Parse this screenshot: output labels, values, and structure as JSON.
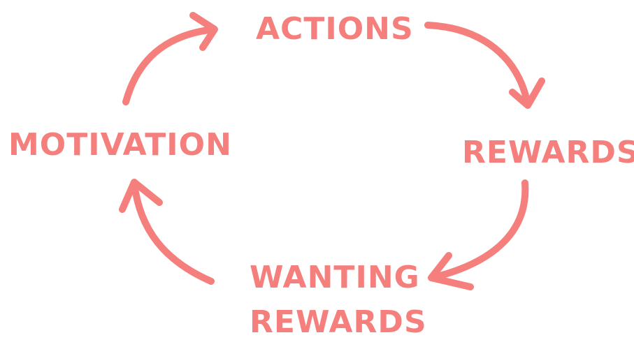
{
  "diagram": {
    "accent_color": "#f47f7c",
    "nodes": {
      "actions": "ACTIONS",
      "rewards": "REWARDS",
      "wanting_line1": "WANTING",
      "wanting_line2": "REWARDS",
      "motivation": "MOTIVATION"
    },
    "edges": [
      {
        "from": "motivation",
        "to": "actions"
      },
      {
        "from": "actions",
        "to": "rewards"
      },
      {
        "from": "rewards",
        "to": "wanting_rewards"
      },
      {
        "from": "wanting_rewards",
        "to": "motivation"
      }
    ]
  }
}
